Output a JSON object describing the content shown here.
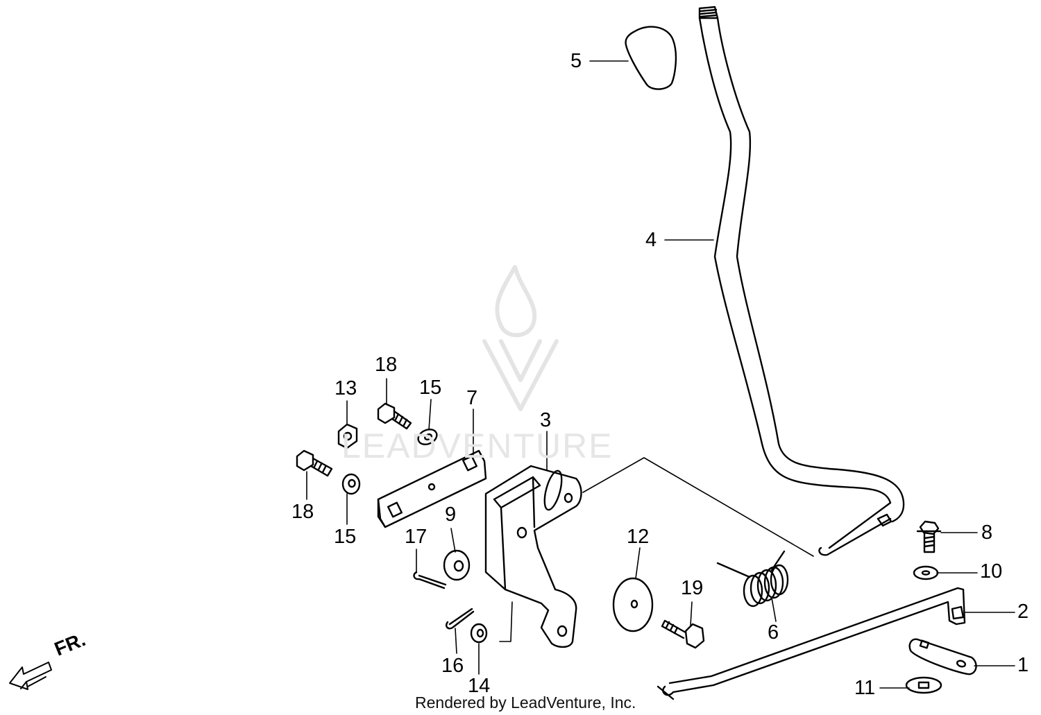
{
  "diagram": {
    "callouts": [
      "1",
      "2",
      "3",
      "4",
      "5",
      "6",
      "7",
      "8",
      "9",
      "10",
      "11",
      "12",
      "13",
      "14",
      "15",
      "16",
      "17",
      "18",
      "19"
    ],
    "labels": {
      "n1": "1",
      "n2": "2",
      "n3": "3",
      "n4": "4",
      "n5": "5",
      "n6": "6",
      "n7": "7",
      "n8": "8",
      "n9": "9",
      "n10": "10",
      "n11": "11",
      "n12": "12",
      "n13": "13",
      "n14": "14",
      "n15a": "15",
      "n15b": "15",
      "n16": "16",
      "n17": "17",
      "n18a": "18",
      "n18b": "18",
      "n19": "19"
    },
    "direction_label": "FR.",
    "credit": "Rendered by LeadVenture, Inc.",
    "watermark": "LEADVENTURE"
  }
}
